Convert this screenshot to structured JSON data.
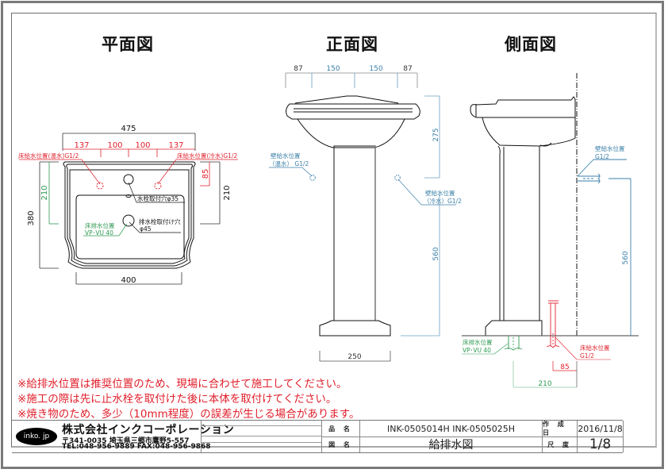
{
  "views": {
    "plan": {
      "title": "平面図",
      "dims": {
        "total_width": "475",
        "seg1": "137",
        "seg2": "100",
        "seg3": "100",
        "seg4": "137",
        "depth": "380",
        "left_210": "210",
        "right_210": "210",
        "right_85": "85",
        "bottom_width": "400"
      },
      "labels": {
        "hot_supply": "床給水位置(温水)G1/2",
        "cold_supply": "床給水位置(冷水)G1/2",
        "faucet_hole": "水栓取付穴φ35",
        "drain_hole_line1": "排水栓取付け穴",
        "drain_hole_line2": "φ45",
        "floor_drain_line1": "床排水位置",
        "floor_drain_line2": "VP･VU 40"
      }
    },
    "front": {
      "title": "正面図",
      "dims": {
        "seg1": "87",
        "seg2": "150",
        "seg3": "150",
        "seg4": "87",
        "height_275": "275",
        "height_560": "560",
        "base_width": "250"
      },
      "labels": {
        "wall_hot_line1": "壁給水位置",
        "wall_hot_line2": "（温水） G1/2",
        "wall_cold_line1": "壁給水位置",
        "wall_cold_line2": "（冷水）G1/2"
      }
    },
    "side": {
      "title": "側面図",
      "dims": {
        "height_560": "560",
        "dim_85": "85",
        "dim_210": "210"
      },
      "labels": {
        "wall_supply_line1": "壁給水位置",
        "wall_supply_line2": "G1/2",
        "floor_drain_line1": "床排水位置",
        "floor_drain_line2": "VP･VU 40",
        "floor_supply_line1": "床給水位置",
        "floor_supply_line2": "G1/2"
      }
    }
  },
  "notes": [
    "※給排水位置は推奨位置のため、現場に合わせて施工してください。",
    "※施工の際は先に止水栓を取付けた後に本体を取付けてください。",
    "※焼き物のため、多少（10mm程度）の誤差が生じる場合があります。"
  ],
  "title_block": {
    "logo_text": "inko. jp",
    "company_name": "株式会社インクコーポレーション",
    "address": "〒341-0035 埼玉県三郷市鷹野5-557",
    "tel_fax": "TEL:048-956-9889  FAX:048-956-9868",
    "product_label": "品 名",
    "product_value": "INK-0505014H  INK-0505025H",
    "drawing_label": "図 名",
    "drawing_value": "給排水図",
    "date_label": "作 成 日",
    "date_value": "2016/11/8",
    "scale_label": "尺 度",
    "scale_value": "1/8"
  },
  "colors": {
    "red": "#e0202c",
    "green": "#2e9a52",
    "blue": "#3a7fa8",
    "line": "#111111"
  }
}
